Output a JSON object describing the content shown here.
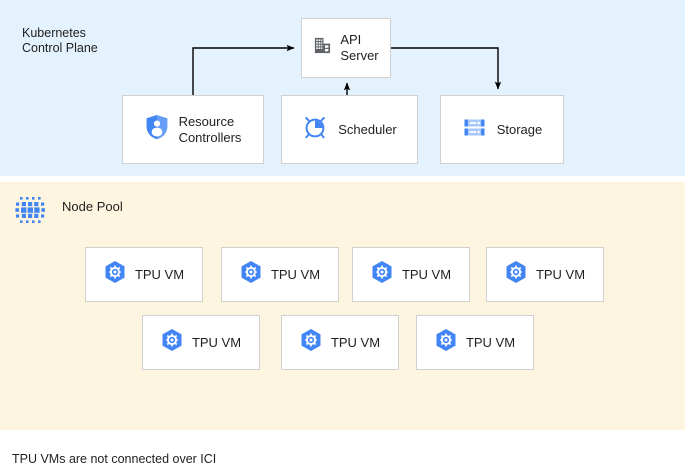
{
  "colors": {
    "control_plane_band": "#e3f2fd",
    "node_pool_band": "#fdf5e0",
    "card_background": "#ffffff",
    "card_border": "#d0d0d0",
    "accent_blue": "#4285f4",
    "icon_gray": "#5f6368",
    "arrow": "#000000",
    "text": "#1f1f1f"
  },
  "control_plane": {
    "title": "Kubernetes\nControl Plane",
    "boxes": [
      {
        "id": "api-server",
        "label": "API\nServer",
        "icon": "building-icon"
      },
      {
        "id": "resource-controllers",
        "label": "Resource\nControllers",
        "icon": "shield-person-icon"
      },
      {
        "id": "scheduler",
        "label": "Scheduler",
        "icon": "alarm-clock-icon"
      },
      {
        "id": "storage",
        "label": "Storage",
        "icon": "server-rack-icon"
      }
    ],
    "connections": [
      {
        "from": "resource-controllers",
        "to": "api-server",
        "style": "elbow-up-right"
      },
      {
        "from": "scheduler",
        "to": "api-server",
        "style": "straight-up"
      },
      {
        "from": "api-server",
        "to": "storage",
        "style": "elbow-right-down"
      }
    ]
  },
  "node_pool": {
    "title": "Node Pool",
    "icon": "node-pool-dots-icon",
    "rows": [
      {
        "vms": [
          {
            "label": "TPU VM",
            "icon": "tpu-hexagon-icon"
          },
          {
            "label": "TPU VM",
            "icon": "tpu-hexagon-icon"
          },
          {
            "label": "TPU VM",
            "icon": "tpu-hexagon-icon"
          },
          {
            "label": "TPU VM",
            "icon": "tpu-hexagon-icon"
          }
        ]
      },
      {
        "vms": [
          {
            "label": "TPU VM",
            "icon": "tpu-hexagon-icon"
          },
          {
            "label": "TPU VM",
            "icon": "tpu-hexagon-icon"
          },
          {
            "label": "TPU VM",
            "icon": "tpu-hexagon-icon"
          }
        ]
      }
    ]
  },
  "footnote": "TPU VMs are not connected over ICI"
}
